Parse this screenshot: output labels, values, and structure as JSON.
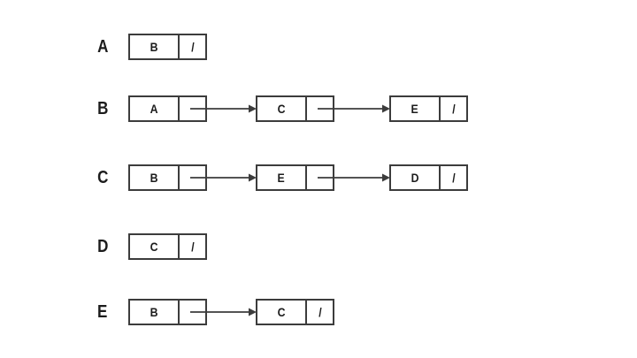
{
  "colors": {
    "background": "#ffffff",
    "stroke": "#3c3c3c",
    "text": "#1c1c1c"
  },
  "diagram": {
    "description": "adjacency-list linked-list diagram",
    "null_symbol": "/",
    "rows": [
      {
        "label": "A",
        "nodes": [
          {
            "data": "B",
            "next": "null"
          }
        ]
      },
      {
        "label": "B",
        "nodes": [
          {
            "data": "A",
            "next": "arrow"
          },
          {
            "data": "C",
            "next": "arrow"
          },
          {
            "data": "E",
            "next": "null"
          }
        ]
      },
      {
        "label": "C",
        "nodes": [
          {
            "data": "B",
            "next": "arrow"
          },
          {
            "data": "E",
            "next": "arrow"
          },
          {
            "data": "D",
            "next": "null"
          }
        ]
      },
      {
        "label": "D",
        "nodes": [
          {
            "data": "C",
            "next": "null"
          }
        ]
      },
      {
        "label": "E",
        "nodes": [
          {
            "data": "B",
            "next": "arrow"
          },
          {
            "data": "C",
            "next": "null"
          }
        ]
      }
    ]
  }
}
